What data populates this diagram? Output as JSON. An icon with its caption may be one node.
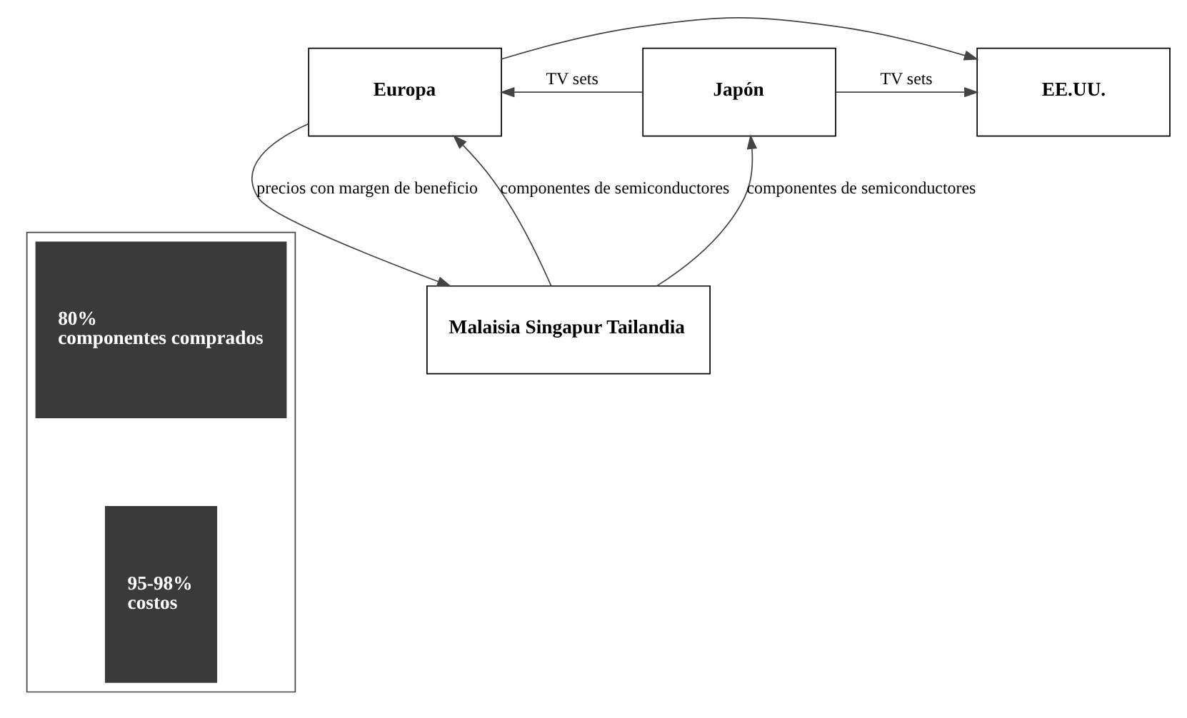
{
  "diagram": {
    "nodes": [
      {
        "text": [
          "Europa"
        ]
      },
      {
        "text": [
          "Japón"
        ]
      },
      {
        "text": [
          "EE.UU."
        ]
      },
      {
        "text": [],
        "shape": "box"
      },
      {
        "text": [
          "80%",
          "componentes comprados"
        ],
        "in": 3
      },
      {
        "text": [
          "95-98%",
          "costos"
        ],
        "in": 3
      },
      {
        "text": [
          "Malaisia Singapur Tailandia"
        ]
      }
    ],
    "edges": [
      {
        "from": 0,
        "to": 2,
        "arrow": "to"
      },
      {
        "from": 1,
        "to": 0,
        "arrow": "to",
        "label": "TV sets"
      },
      {
        "from": 1,
        "to": 2,
        "arrow": "to",
        "label": "TV sets"
      },
      {
        "from": 6,
        "to": 0,
        "arrow": "to",
        "label": "componentes de semiconductores"
      },
      {
        "from": 0,
        "to": 6,
        "arrow": "to",
        "label": "precios con margen de beneficio"
      },
      {
        "from": 6,
        "to": 1,
        "arrow": "to",
        "label": "componentes de semiconductores"
      }
    ]
  }
}
